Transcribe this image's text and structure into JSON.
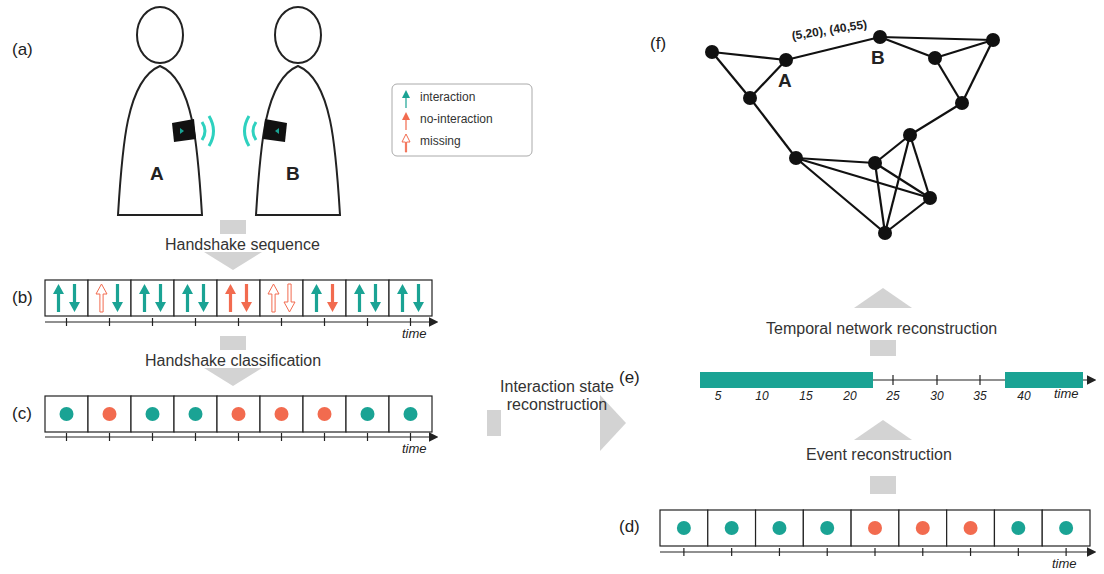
{
  "diagram": {
    "labels": [
      "(a)",
      "A",
      "B",
      "Handshake sequence",
      "(b)",
      "time",
      "Handshake classification",
      "(c)",
      "time",
      "Interaction state reconstruction",
      "(d)",
      "time",
      "Event reconstruction",
      "(e)",
      "5",
      "10",
      "15",
      "20",
      "25",
      "30",
      "35",
      "40",
      "time",
      "Temporal network reconstruction",
      "(f)",
      "(5,20), (40,55)",
      "A",
      "B"
    ],
    "legend": [
      {
        "text": "interaction",
        "color": "#1aa394"
      },
      {
        "text": "no-interaction",
        "color": "#f26b4f"
      },
      {
        "text": "missing"
      }
    ]
  }
}
